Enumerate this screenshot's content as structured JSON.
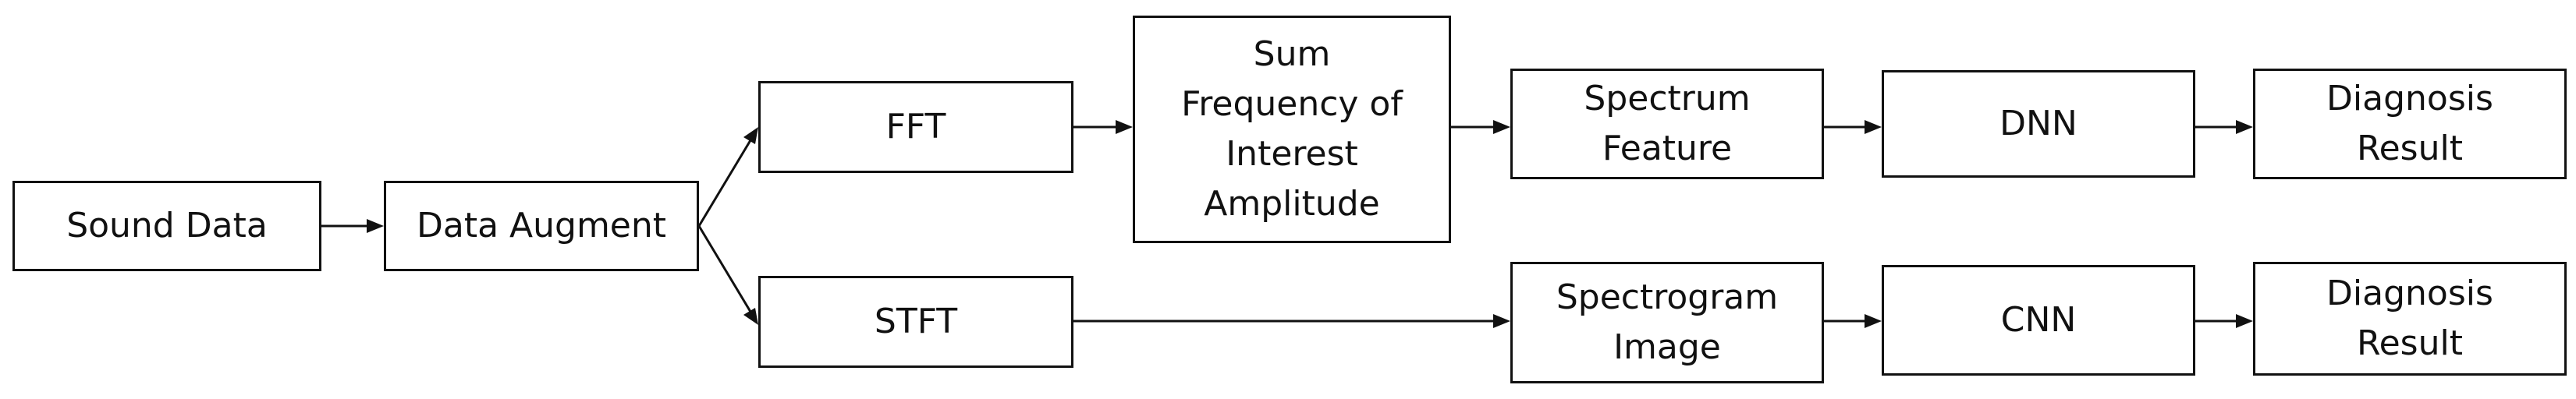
{
  "diagram": {
    "nodes": {
      "sound_data": "Sound Data",
      "data_augment": "Data Augment",
      "fft": "FFT",
      "stft": "STFT",
      "sum_frequency": "Sum\nFrequency of\nInterest\nAmplitude",
      "spectrum_feature": "Spectrum\nFeature",
      "spectrogram_image": "Spectrogram\nImage",
      "dnn": "DNN",
      "cnn": "CNN",
      "diagnosis_result_top": "Diagnosis\nResult",
      "diagnosis_result_bottom": "Diagnosis\nResult"
    },
    "colors": {
      "stroke": "#111111",
      "background": "#ffffff"
    }
  }
}
